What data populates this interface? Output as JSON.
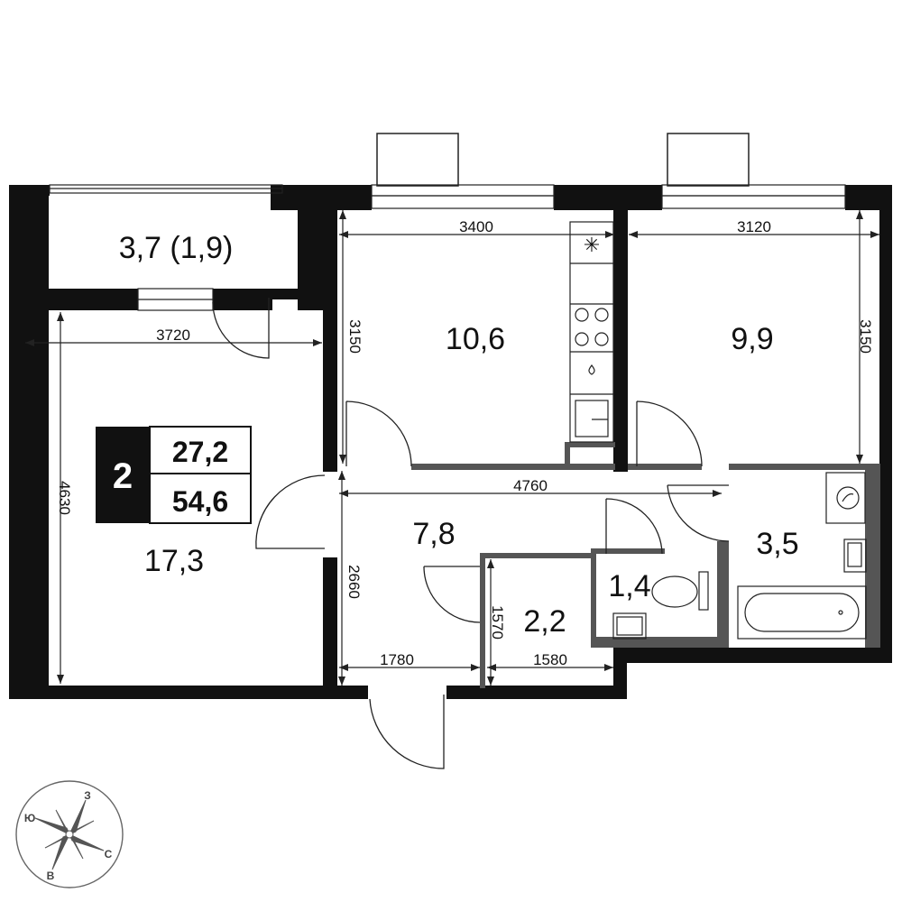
{
  "badge": {
    "rooms": "2",
    "living_area": "27,2",
    "total_area": "54,6"
  },
  "rooms": {
    "balcony": "3,7 (1,9)",
    "living_room": "17,3",
    "kitchen": "10,6",
    "bedroom": "9,9",
    "hall": "7,8",
    "storage": "2,2",
    "toilet": "1,4",
    "bathroom": "3,5"
  },
  "dimensions": {
    "living_width": "3720",
    "living_depth": "4630",
    "kitchen_width": "3400",
    "kitchen_depth": "3150",
    "bedroom_width": "3120",
    "bedroom_depth": "3150",
    "corridor_length": "4760",
    "hall_depth": "2660",
    "hall_width": "1780",
    "storage_width": "1580",
    "storage_depth": "1570"
  },
  "compass": {
    "north": "С",
    "south": "Ю",
    "west": "З",
    "east": "В"
  },
  "colors": {
    "wall": "#111111",
    "partition": "#555555",
    "background": "#ffffff"
  }
}
